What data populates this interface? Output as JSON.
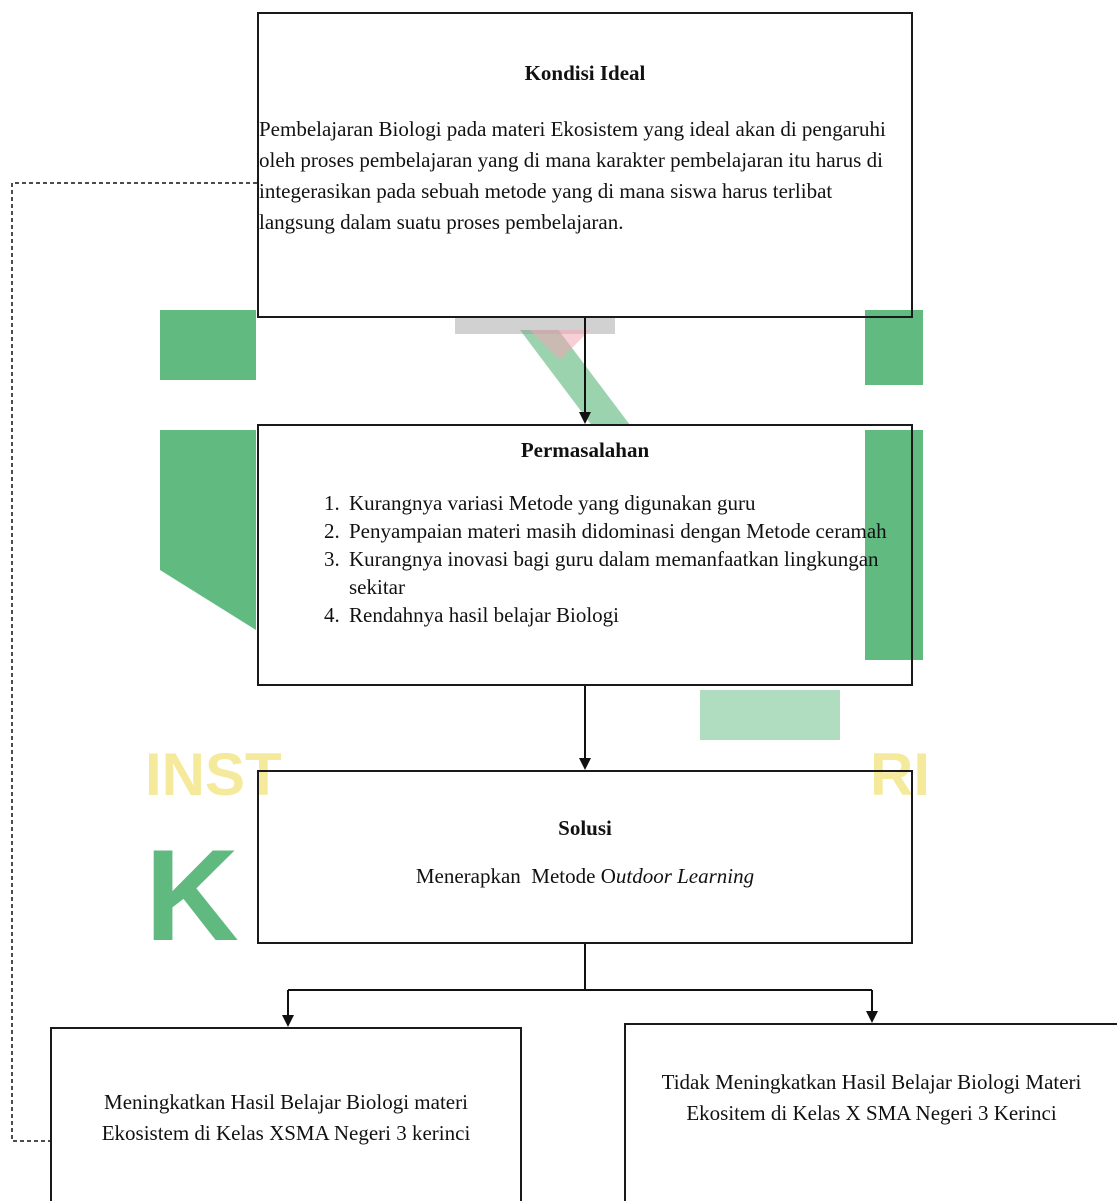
{
  "watermark": {
    "lines": [
      "INST",
      "RI",
      "K"
    ],
    "colors": {
      "green": "#1e9e4a",
      "yellow": "#f2e37a",
      "pink": "#f3a5b6",
      "gray": "#9a9a9a"
    }
  },
  "boxes": {
    "ideal": {
      "title": "Kondisi Ideal",
      "body": "Pembelajaran Biologi pada materi Ekosistem yang ideal akan di pengaruhi oleh proses pembelajaran yang di mana karakter pembelajaran itu harus di integerasikan pada sebuah metode yang di mana siswa harus terlibat langsung dalam suatu proses pembelajaran."
    },
    "problem": {
      "title": "Permasalahan",
      "items": [
        "Kurangnya variasi Metode yang digunakan guru",
        "Penyampaian materi masih didominasi dengan Metode ceramah",
        "Kurangnya inovasi bagi guru dalam memanfaatkan lingkungan sekitar",
        "Rendahnya hasil belajar Biologi"
      ]
    },
    "solution": {
      "title": "Solusi",
      "text_prefix": "Menerapkan  Metode O",
      "text_italic": "utdoor Learning"
    },
    "outcome_left": {
      "text": "Meningkatkan Hasil Belajar Biologi materi Ekosistem di Kelas XSMA Negeri 3 kerinci"
    },
    "outcome_right": {
      "text": "Tidak Meningkatkan Hasil Belajar Biologi Materi Ekositem di Kelas X SMA Negeri 3 Kerinci"
    }
  },
  "connector_color": "#111111"
}
